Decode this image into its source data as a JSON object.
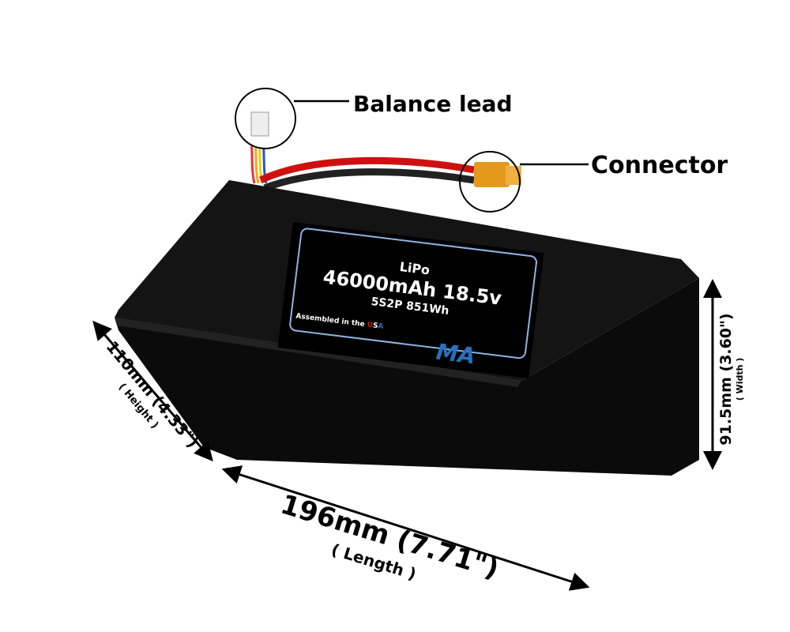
{
  "callouts": {
    "balance_lead": "Balance lead",
    "connector": "Connector"
  },
  "label": {
    "chemistry": "LiPo",
    "capacity_voltage": "46000mAh 18.5v",
    "config": "5S2P 851Wh",
    "assembled_prefix": "Assembled in the ",
    "usa_u": "U",
    "usa_s": "S",
    "usa_a": "A",
    "logo": "MA"
  },
  "dimensions": {
    "length": "196mm (7.71\")",
    "length_note": "( Length )",
    "height": "110mm (4.33\")",
    "height_note": "( Height )",
    "width": "91.5mm (3.60\")",
    "width_note": "( Width )"
  },
  "colors": {
    "accent_red": "#d01010",
    "accent_blue": "#2a6fc0",
    "label_border": "#8fb4e0"
  }
}
